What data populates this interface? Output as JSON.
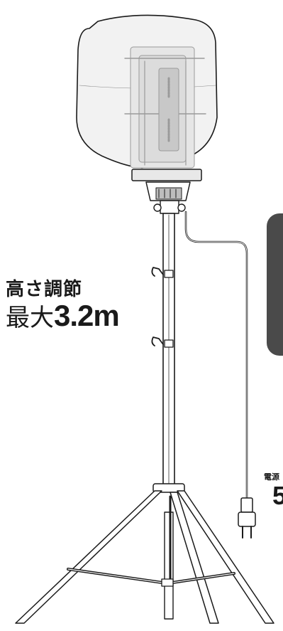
{
  "height_label": {
    "title": "高さ調節",
    "prefix": "最大",
    "value": "3.2m"
  },
  "cord_note": {
    "title": "電源",
    "value": "5"
  },
  "side_tab": {
    "color": "#4a4a4a"
  },
  "illustration": {
    "type": "balloon-light-on-tripod",
    "line_color": "#1a1a1a",
    "balloon_color": "#f2f2f2"
  }
}
